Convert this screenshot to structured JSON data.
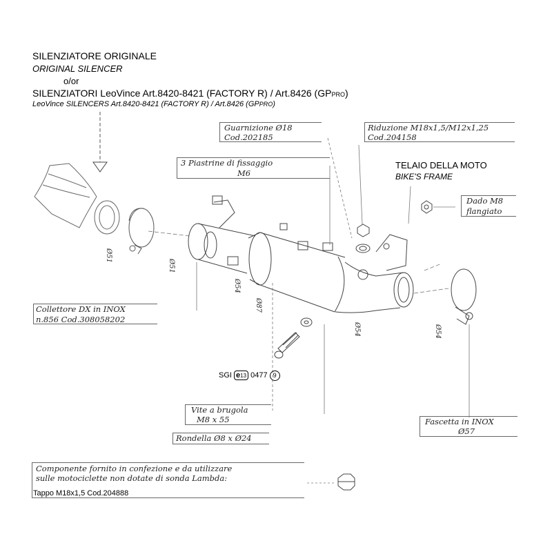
{
  "header": {
    "line1": "SILENZIATORE ORIGINALE",
    "line2": "ORIGINAL SILENCER",
    "line3": "o/or",
    "line4_main": "SILENZIATORI LeoVince Art.8420-8421 (FACTORY R) / Art.8426 (GP",
    "line4_small": "PRO",
    "line4_end": ")",
    "line5_main": "LeoVince SILENCERS Art.8420-8421 (FACTORY R) / Art.8426 (GP",
    "line5_small": "PRO",
    "line5_end": ")"
  },
  "frame": {
    "it": "TELAIO DELLA MOTO",
    "en": "BIKE'S FRAME"
  },
  "labels": {
    "guarnizione_1": "Guarnizione Ø18",
    "guarnizione_2": "Cod.202185",
    "riduzione_1": "Riduzione M18x1,5/M12x1,25",
    "riduzione_2": "Cod.204158",
    "piastrine_1": "3 Piastrine di fissaggio",
    "piastrine_2": "M6",
    "dado_1": "Dado M8",
    "dado_2": "flangiato",
    "collettore_1": "Collettore DX in INOX",
    "collettore_2": "n.856   Cod.308058202",
    "vite_1": "Vite a brugola",
    "vite_2": "M8 x 55",
    "rondella": "Rondella Ø8 x Ø24",
    "fascetta_1": "Fascetta in INOX",
    "fascetta_2": "Ø57",
    "componente_1": "Componente fornito in confezione e da utilizzare",
    "componente_2": "sulle motociclette non dotate di sonda Lambda:",
    "tappo": "Tappo M18x1,5  Cod.204888"
  },
  "dimensions": {
    "d1": "Ø51",
    "d2": "Ø51",
    "d3": "Ø54",
    "d4": "Ø87",
    "d5": "Ø54",
    "d6": "Ø54"
  },
  "homologation": {
    "prefix": "SGI",
    "mark": "e",
    "mark_num": "13",
    "code": "0477",
    "circled": "9"
  }
}
